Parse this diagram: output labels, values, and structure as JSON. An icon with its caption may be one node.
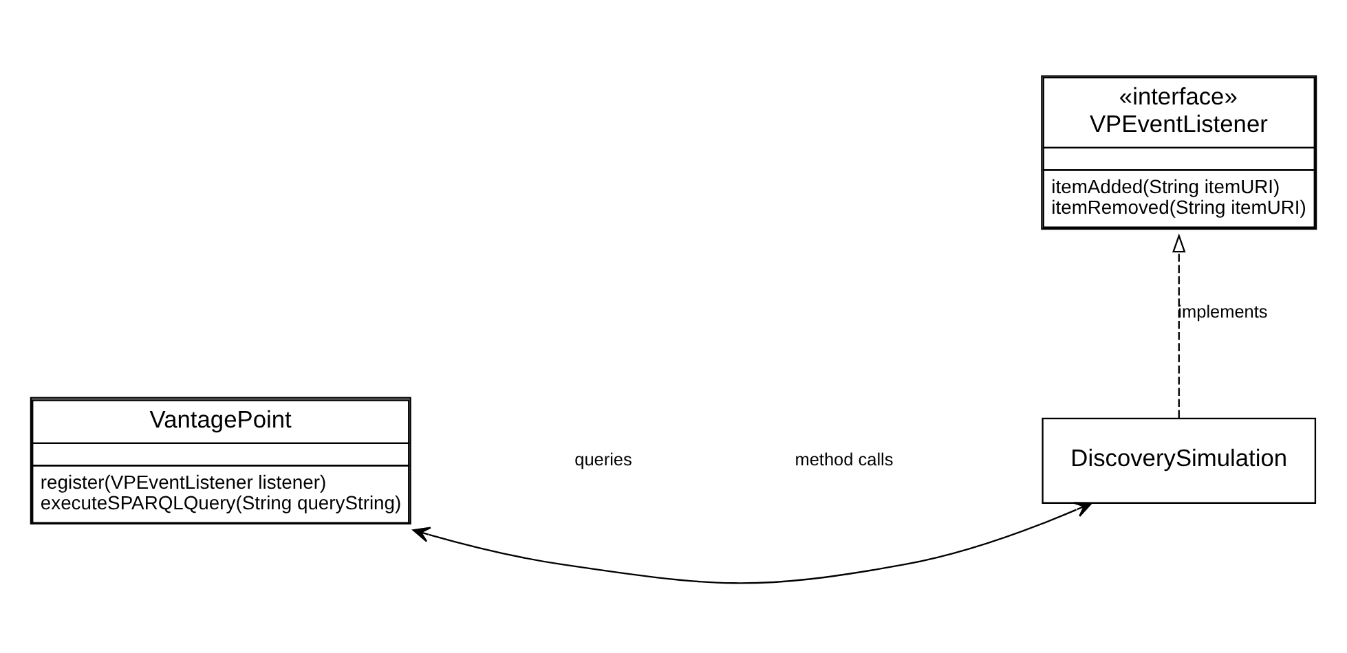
{
  "diagram": {
    "nodes": [
      {
        "text": [
          "«interface»",
          "VPEventListener",
          "itemAdded(String itemURI)",
          "itemRemoved(String itemURI)"
        ]
      },
      {
        "text": [
          "VantagePoint",
          "register(VPEventListener listener)",
          "executeSPARQLQuery(String queryString)"
        ]
      },
      {
        "text": [
          "DiscoverySimulation"
        ]
      }
    ],
    "edges": [
      {
        "from": 1,
        "to": 2,
        "arrow": "both"
      },
      {
        "from": 2,
        "to": 0,
        "arrow": "to",
        "label": "implements",
        "style": "dashed"
      }
    ],
    "labels": [
      "queries",
      "method calls"
    ]
  }
}
